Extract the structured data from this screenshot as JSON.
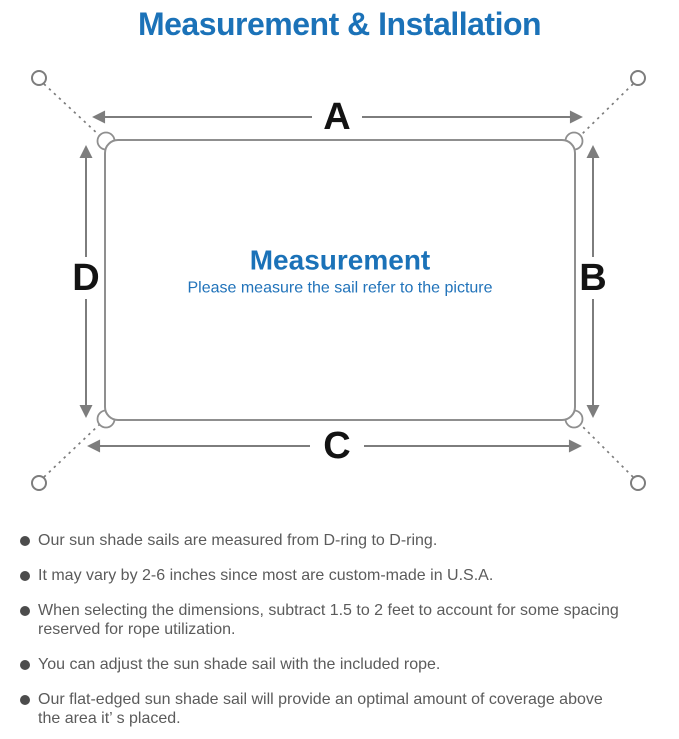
{
  "title": "Measurement & Installation",
  "diagram": {
    "label_a": "A",
    "label_b": "B",
    "label_c": "C",
    "label_d": "D",
    "center_heading": "Measurement",
    "center_subtitle": "Please measure the sail refer to the picture"
  },
  "notes": [
    {
      "lines": [
        "Our sun shade sails are measured from D-ring to D-ring."
      ]
    },
    {
      "lines": [
        "It may vary by 2-6 inches since most are custom-made in U.S.A."
      ]
    },
    {
      "lines": [
        "When selecting the dimensions, subtract 1.5 to 2 feet to account for some spacing",
        "reserved for rope utilization."
      ]
    },
    {
      "lines": [
        "You can adjust the sun shade sail with the included rope."
      ]
    },
    {
      "lines": [
        "Our flat-edged sun shade sail will provide an optimal amount of coverage above",
        "the area it’ s placed."
      ]
    }
  ],
  "colors": {
    "accent_blue": "#1b72b8",
    "subtitle_blue": "#2173ba",
    "line_gray": "#7d7d7d",
    "outline_gray": "#8f8f8f",
    "label_black": "#131313",
    "note_text_gray": "#5b5b5b"
  }
}
